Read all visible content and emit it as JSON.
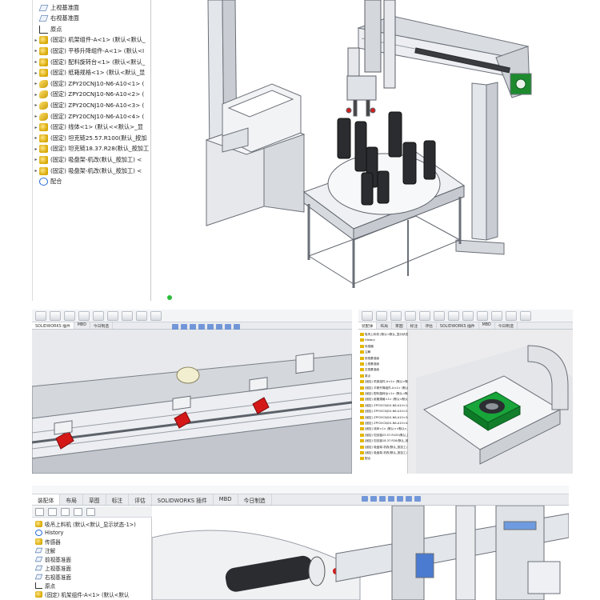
{
  "top_tree": {
    "items": [
      {
        "label": "上视基准面",
        "icon": "plane-icon",
        "expand": false
      },
      {
        "label": "右视基准面",
        "icon": "plane-icon",
        "expand": false
      },
      {
        "label": "原点",
        "icon": "origin-icon",
        "expand": false
      },
      {
        "label": "(固定) 机架组件-A<1> (默认<默认_",
        "icon": "assembly-icon",
        "expand": true
      },
      {
        "label": "(固定) 平移升降组件-A<1> (默认<I",
        "icon": "assembly-icon",
        "expand": true
      },
      {
        "label": "(固定) 配料旋转台<1> (默认<默认_",
        "icon": "assembly-icon",
        "expand": true
      },
      {
        "label": "(固定) 纸箱规格<1> (默认<默认_显",
        "icon": "assembly-icon",
        "expand": true
      },
      {
        "label": "(固定) ZPY20CNJ10-N6-A10<1> (",
        "icon": "part-icon",
        "expand": true
      },
      {
        "label": "(固定) ZPY20CNJ10-N6-A10<2> (",
        "icon": "part-icon",
        "expand": true
      },
      {
        "label": "(固定) ZPY20CNJ10-N6-A10<3> (",
        "icon": "part-icon",
        "expand": true
      },
      {
        "label": "(固定) ZPY20CNJ10-N6-A10<4> (",
        "icon": "part-icon",
        "expand": true
      },
      {
        "label": "(固定) 线体<1> (默认<<默认>_显",
        "icon": "assembly-icon",
        "expand": true
      },
      {
        "label": "(固定) 坦克链25.57.R100(默认_按加",
        "icon": "assembly-icon",
        "expand": true
      },
      {
        "label": "(固定) 坦克链18.37.R28(默认_按加工",
        "icon": "assembly-icon",
        "expand": true
      },
      {
        "label": "(固定) 吸盘架-机改(默认_按加工) <",
        "icon": "assembly-icon",
        "expand": true
      },
      {
        "label": "(固定) 吸盘架-机改(默认_按加工) <",
        "icon": "assembly-icon",
        "expand": true
      },
      {
        "label": "配合",
        "icon": "mate-icon",
        "expand": false
      }
    ]
  },
  "mid_left": {
    "tabs": [
      "SOLIDWORKS 插件",
      "MBD",
      "今日制造"
    ]
  },
  "mid_right": {
    "tabs": [
      "装配体",
      "布局",
      "草图",
      "标注",
      "评估",
      "SOLIDWORKS 插件",
      "MBD",
      "今日制造"
    ],
    "tree": [
      "吸吊上料机 (默认<默认_显示状态-1>)",
      "History",
      "传感器",
      "注解",
      "前视基准面",
      "上视基准面",
      "右视基准面",
      "原点",
      "(固定) 机架组件-A<1> (默认<默认_",
      "(固定) 平移升降组件-A<1> (默认",
      "(固定) 配料旋转台<1> (默认<默认",
      "(固定) 纸箱规格<1> (默认<默认_显",
      "(固定) ZPY20CNJ10-N6-A10<1> (",
      "(固定) ZPY20CNJ10-N6-A10<2> (",
      "(固定) ZPY20CNJ10-N6-A10<3> (",
      "(固定) ZPY20CNJ10-N6-A10<4> (",
      "(固定) 线体<1> (默认<<默认>_显",
      "(固定) 坦克链25.57.R100(默认_按加",
      "(固定) 坦克链18.37.R28(默认_按加工",
      "(固定) 吸盘架-机改(默认_按加工) <",
      "(固定) 吸盘架-机改(默认_按加工) <",
      "配合"
    ]
  },
  "bottom": {
    "tabs": [
      "装配体",
      "布局",
      "草图",
      "标注",
      "评估",
      "SOLIDWORKS 插件",
      "MBD",
      "今日制造"
    ],
    "tree": [
      {
        "label": "吸吊上料机 (默认<默认_显示状态-1>)",
        "icon": "assembly-icon"
      },
      {
        "label": "History",
        "icon": "history-icon"
      },
      {
        "label": "传感器",
        "icon": "sensor-icon"
      },
      {
        "label": "注解",
        "icon": "annotation-icon"
      },
      {
        "label": "前视基准面",
        "icon": "plane-icon"
      },
      {
        "label": "上视基准面",
        "icon": "plane-icon"
      },
      {
        "label": "右视基准面",
        "icon": "plane-icon"
      },
      {
        "label": "原点",
        "icon": "origin-icon"
      },
      {
        "label": "(固定) 机架组件-A<1> (默认<默认",
        "icon": "assembly-icon"
      }
    ]
  }
}
